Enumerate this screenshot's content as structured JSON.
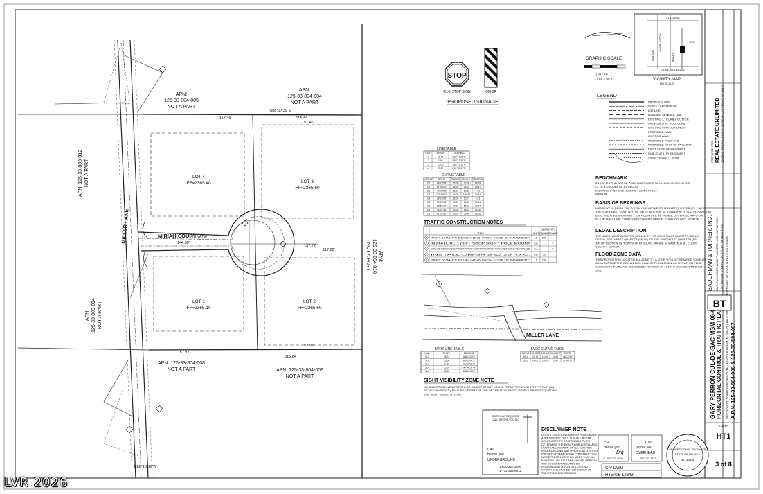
{
  "sheet": {
    "parcels": {
      "top_left": [
        "APN:",
        "125-33-804-005",
        "NOT A PART"
      ],
      "top_right": [
        "APN:",
        "125-33-804-004",
        "NOT A PART"
      ],
      "left_top": [
        "APN: 125-33-803-012",
        "NOT A PART"
      ],
      "left_bottom": [
        "APN:",
        "125-33-803-014",
        "NOT A PART"
      ],
      "right": [
        "APN:",
        "125-33-804-010",
        "NOT A PART"
      ],
      "bottom_left": [
        "APN: 125-33-804-008",
        "NOT A PART"
      ],
      "bottom_right": [
        "APN: 125-33-804-009",
        "NOT A PART"
      ]
    },
    "lots": [
      {
        "name": "LOT 4",
        "ff": "FF=2365.40"
      },
      {
        "name": "LOT 3",
        "ff": "FF=2365.60"
      },
      {
        "name": "LOT 1",
        "ff": "FF=2365.10"
      },
      {
        "name": "LOT 2",
        "ff": "FF=2365.60"
      }
    ],
    "streets": {
      "miller": "MILLER LANE",
      "miriah": "MIRIAH COURT",
      "miriah_note": "(PRIVATE)",
      "miller_detail": "MILLER LANE"
    },
    "dims": {
      "top_bearing": "S88°17'39\"E",
      "d157_46": "157.46",
      "d314_92": "314.92",
      "d157_46b": "157.46'",
      "d157_72": "157.72'",
      "d117_22": "117.22'",
      "d144_30": "144.30'",
      "d157_92": "157.92",
      "d315_84": "315.84'",
      "d157_92b": "157.92'",
      "bottom_bearing": "N88°10'39\"W"
    },
    "signage": {
      "stop": "STOP",
      "r1_label": "R1-1 STOP SIGN",
      "om_label": "OM-3R",
      "title": "PROPOSED SIGNAGE"
    },
    "scale": {
      "title": "GRAPHIC SCALE",
      "units": "( IN FEET )",
      "ratio": "1 inch = 60 ft."
    },
    "vicinity": {
      "title": "VICINITY MAP",
      "nts": "NO SCALE",
      "roads": [
        "LA MADRE",
        "CHARLESTON",
        "WALNUT",
        "MILLER",
        "LONE MOUNTAIN",
        "SITE"
      ]
    },
    "legend": {
      "title": "LEGEND",
      "items": [
        "PROPERTY LINE",
        "STREET CENTERLINE",
        "LOT LINE",
        "BUILDING SETBACK LINE",
        "EXISTING \"L\" CURB & GUTTER",
        "PROPOSED 30\" ROLL CURB",
        "EXISTING CONTOUR LINES",
        "PROPOSED WALL",
        "EXISTING WALL",
        "PROPOSED FLOW LINE",
        "PROPOSED EDGE OF PAVEMENT",
        "EXIST. EDGE OF PAVEMENT",
        "PUBLIC UTILITY EASEMENT",
        "SIGHT VISIBILITY ZONE"
      ]
    },
    "line_table": {
      "title": "LINE TABLE",
      "headers": [
        "LINE",
        "LENGTH",
        "BEARING"
      ],
      "rows": [
        [
          "L1",
          "43.43",
          "S88°10'39\"E"
        ],
        [
          "L2",
          "3.50",
          "S88°10'39\"E"
        ],
        [
          "L3",
          "25.00",
          "S88°10'39\"E"
        ],
        [
          "L4",
          "25.00",
          "N01°49'21\"E"
        ]
      ]
    },
    "curve_table": {
      "title": "CURVE TABLE",
      "headers": [
        "CURVE",
        "DELTA",
        "RADIUS",
        "LENGTH",
        "TANGENT"
      ],
      "rows": [
        [
          "C1",
          "88°12'07\"",
          "15.00",
          "23.09",
          "14.53"
        ],
        [
          "C2",
          "91°49'21\"",
          "15.00",
          "24.04",
          "15.47"
        ],
        [
          "C3",
          "48°03'52\"",
          "15.00",
          "12.58",
          "6.69"
        ],
        [
          "C4",
          "271°49'52\"",
          "45.00",
          "186.28",
          "29.42"
        ],
        [
          "C5",
          "38°26'55\"",
          "15.00",
          "10.07",
          "5.23"
        ],
        [
          "C6",
          "74°25'48\"",
          "45.00",
          "58.46",
          "34.14"
        ],
        [
          "C7",
          "82°51'09\"",
          "45.00",
          "65.08",
          "42.47"
        ],
        [
          "C8",
          "74°07'56\"",
          "45.00",
          "58.22",
          "34.00"
        ],
        [
          "C9",
          "41°29'59\"",
          "45.00",
          "36.42",
          "18.55"
        ]
      ]
    },
    "traffic": {
      "title": "TRAFFIC CONSTRUCTION NOTES",
      "quantity": "QUANTITY",
      "headers": [
        "ITEM",
        "UNIT",
        "PUBLIC",
        "PRIVATE"
      ],
      "rows": [
        [
          "1",
          "PAINT 6\" WHITE EDGELINE (6' FROM EDGE OF PAVEMENT)",
          "LF",
          "640",
          "-"
        ],
        [
          "2",
          "INSTALL R1-1 (30\") \"STOP SIGN\", POLE MOUNT",
          "EA",
          "-",
          "1"
        ],
        [
          "3",
          "INSTALL 9526 MODIFIED HAZARD PAVEMENT MARKERS ADJACENT TO THE STRAIGHT AT THE FACE OF CURB ON THE HYDRANT SIDE",
          "EA",
          "-",
          "1"
        ],
        [
          "4",
          "INSTALL OM-3R'S @ 25' O.C.",
          "EA",
          "10",
          "-"
        ],
        [
          "5",
          "PAINT 6\" WHITE EDGELINE (6' FROM EDGE OF PAVEMENT)",
          "LF",
          "250",
          "-"
        ]
      ]
    },
    "svrz_line": {
      "title": "SVRZ LINE TABLE",
      "headers": [
        "LINE",
        "LENGTH",
        "BEARING"
      ],
      "rows": [
        [
          "SL1",
          "46.74",
          "S88°12'05\"E"
        ],
        [
          "SL2",
          "15.56",
          "S46°23'41\"E"
        ],
        [
          "SL3",
          "34.08",
          "N03°37'31\"E"
        ],
        [
          "SL4",
          "15.00",
          "S44°48'55\"W"
        ],
        [
          "SL5",
          "26.16",
          "S88°10'39\"E"
        ]
      ]
    },
    "svrz_curve": {
      "title": "SVRZ CURVE TABLE",
      "headers": [
        "CURVE",
        "LENGTH",
        "RADIUS",
        "TANGENT",
        "DELTA"
      ],
      "rows": [
        [
          "SC1",
          "23.10",
          "15.00",
          "14.55",
          "88°14'08\""
        ],
        [
          "SC2",
          "24.02",
          "15.00",
          "15.47",
          "91°45'52\""
        ]
      ]
    },
    "sight": {
      "title": "SIGHT VISIBILITY ZONE NOTE",
      "text": "NO STRUCTURE, VEGETATION, OR OBJECT OF ANY KIND IS PERMITTED OVER THIRTY-FOUR (34) INCHES IN HEIGHT (MEASURED FROM THE TOP OF THE ADJACENT CURB IF CURB EXISTS) WITHIN THE SIGHT VISIBILITY ZONE."
    },
    "benchmark": {
      "title": "BENCHMARK",
      "text": [
        "BRASS PLUG IN TOP OF CURB NORTH SIDE OF WASHBURN NEAR THE",
        "CL OF CORDOBA  SE 1/4 SEC 33",
        "ELEVATION: 752.5023 METERS = 2375.04 FEET",
        "NAVD 88"
      ]
    },
    "bearings": {
      "title": "BASIS OF BEARINGS",
      "text": [
        "N 89°51'00\" W, BEING THE SOUTH LINE OF THE SOUTHEAST QUARTER (SE 1/4) OF",
        "THE SOUTHEAST QUARTER (SE 1/4) OF SECTION 33, TOWNSHIP 19 SOUTH, RANGE 60",
        "EAST, M.D.M. AS SHOWN IN ... ON FILE IN FILE 89, PAGE 8, OF PARCEL MAPS ON",
        "FILE IN THE CLARK COUNTY RECORDERS OFFICE, CLARK COUNTY, NEVADA."
      ]
    },
    "legal": {
      "title": "LEGAL DESCRIPTION",
      "text": [
        "THE NORTHWEST QUARTER (NW 1/4) OF THE SOUTHEAST QUARTER (SE 1/4)",
        "OF THE SOUTHEAST QUARTER (SE 1/4) OF THE SOUTHEAST QUARTER (SE",
        "1/4) OF SECTION 33, TOWNSHIP 19 SOUTH, RANGE 60 EAST, M.D.M., CLARK",
        "COUNTY, NEVADA."
      ]
    },
    "flood": {
      "title": "FLOOD ZONE DATA",
      "text": [
        "THIS PROPERTY IS LOCATED IN A ZONE \"X\". A ZONE \"X\" IS DETERMINED TO BE AN",
        "AREA OUTSIDE THE 0.2% ANNUAL CHANCE FLOODPLAIN. AS SHOWN ON FEMA",
        "COMMUNITY PANEL NO. 32003C2155E REVISED BY LOMR DATED DECEMBER 21,",
        "2002."
      ]
    },
    "disclaimer": {
      "title": "DISCLAIMER NOTE",
      "text": [
        "UTILITY LOCATIONS SHOWN HEREON ARE",
        "APPROXIMATE ONLY. IT SHALL BE THE",
        "CONTRACTOR'S RESPONSIBILITY TO",
        "DETERMINE THE EXACT HORIZONTAL AND",
        "VERTICAL LOCATION OF ALL EXISTING",
        "UNDERGROUND AND OVERHEAD UTILITIES",
        "PRIOR TO COMMENCING CONSTRUCTION.",
        "NO REPRESENTATION IS MADE THAT ALL",
        "EXISTING UTILITIES ARE SHOWN HEREON.",
        "THE ENGINEER ASSUMES NO",
        "RESPONSIBILITY FOR UTILITIES NOT",
        "SHOWN OR UTILITIES NOT SHOWN IN",
        "THEIR PROPER LOCATION."
      ]
    },
    "call": {
      "before_you": "before you",
      "dig": "Dig",
      "overhead": "OVERHEAD",
      "underground": "UNDERGROUND",
      "call_word": "Call",
      "phone1": "1-800-227-2600",
      "phone2": "1-702-227-2929",
      "phone3": "1-702-258-6811"
    },
    "civ": {
      "dwg": "CIV DWG",
      "hte": "HTE#06-12343"
    },
    "titleblock": {
      "project": "GARY PERRON CUL-DE-SAC MSM 06-0218",
      "subtitle": "HORIZONTAL CONTROL & TRAFFIC PLAN",
      "location": "SECTION 33, TOWNSHIP 19 SOUTH, RANGE 60 EAST, M.D.M.",
      "county": "CLARK COUNTY, NEVADA",
      "apn": "A.P.N. 125-33-804-006 & 125-33-804-007",
      "firm": "BAUGHMAN & TURNER, INC.",
      "firm_sub": "CIVIL ENGINEERS   LAND PLANNERS   LAND SURVEYORS",
      "firm_addr": "1210 HINSON STREET, LAS VEGAS, NEVADA 89102",
      "firm_phone": "PHONE (702) 870-8771   FAX (702) 878-0000",
      "client_for": "PREPARED FOR:",
      "client": "REAL ESTATE UNLIMITED",
      "client_addr": "10035 W. TROPICANA AVE. SUITE 3 / LAS VEGAS, NV 89147",
      "sheet_label": "SHEET",
      "sheet": "HT1",
      "of": "3 of 8",
      "stamp": [
        "PROFESSIONAL ENGINEER",
        "STATE OF NEVADA",
        "No. 13148"
      ]
    }
  }
}
